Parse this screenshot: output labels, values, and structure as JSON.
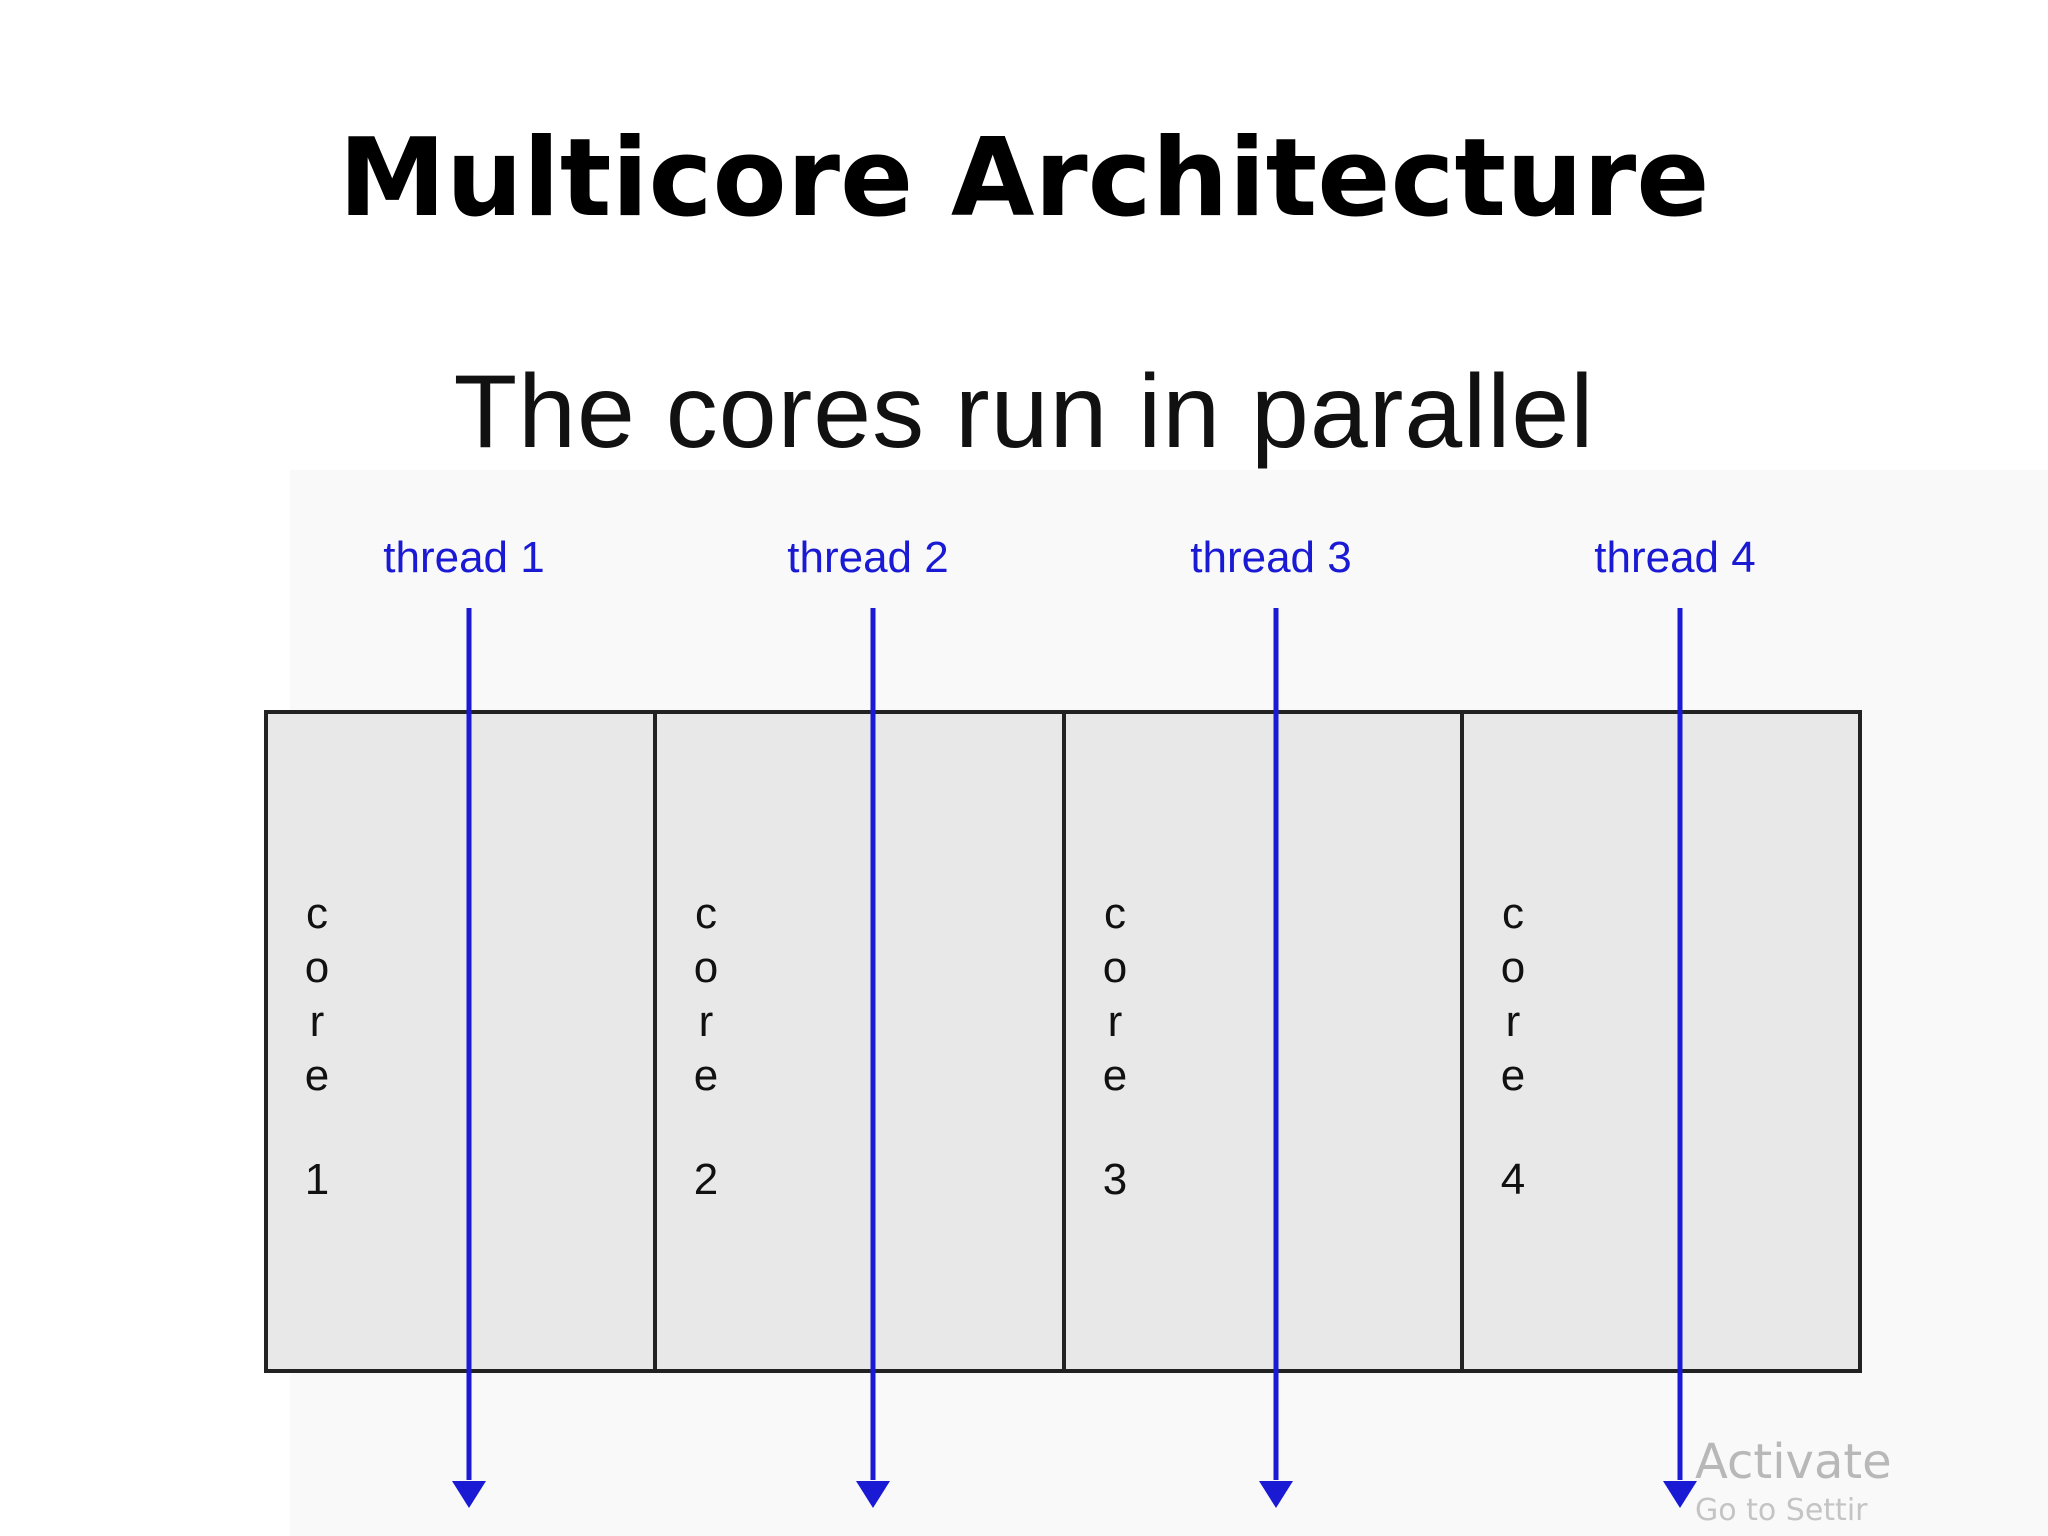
{
  "slide": {
    "title": "Multicore Architecture"
  },
  "figure": {
    "heading": "The cores run in parallel",
    "cores": [
      {
        "letters": [
          "c",
          "o",
          "r",
          "e"
        ],
        "number": "1"
      },
      {
        "letters": [
          "c",
          "o",
          "r",
          "e"
        ],
        "number": "2"
      },
      {
        "letters": [
          "c",
          "o",
          "r",
          "e"
        ],
        "number": "3"
      },
      {
        "letters": [
          "c",
          "o",
          "r",
          "e"
        ],
        "number": "4"
      }
    ],
    "threads": [
      {
        "label": "thread 1"
      },
      {
        "label": "thread 2"
      },
      {
        "label": "thread 3"
      },
      {
        "label": "thread 4"
      }
    ],
    "colors": {
      "thread": "#1a1ad4",
      "core_fill": "#e8e8e9",
      "core_stroke": "#222222"
    }
  },
  "watermark": {
    "line1": "Activate",
    "line2": "Go to Settir"
  }
}
